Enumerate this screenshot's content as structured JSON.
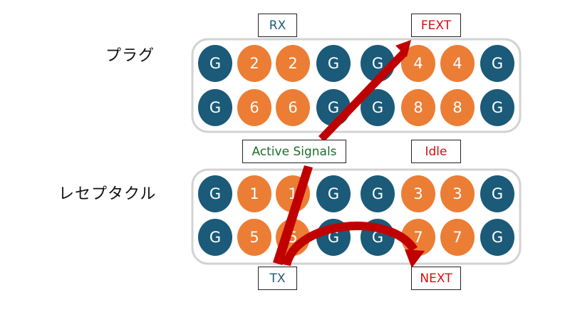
{
  "colors": {
    "ground_fill": "#1b5a78",
    "signal_fill": "#ec7d34",
    "pin_text": "#ffffff",
    "connector_stroke": "#d3d3d3",
    "arrow_red": "#c00000",
    "teal_text": "#1f5b7a",
    "red_text": "#d01010",
    "green_text": "#1d6d2a"
  },
  "labels": {
    "plug": "プラグ",
    "receptacle": "レセプタクル",
    "rx": "RX",
    "fext": "FEXT",
    "active_signals": "Active Signals",
    "idle": "Idle",
    "tx": "TX",
    "next": "NEXT"
  },
  "plug": {
    "rows": [
      [
        "G",
        "2",
        "2",
        "G",
        "G",
        "4",
        "4",
        "G"
      ],
      [
        "G",
        "6",
        "6",
        "G",
        "G",
        "8",
        "8",
        "G"
      ]
    ]
  },
  "receptacle": {
    "rows": [
      [
        "G",
        "1",
        "1",
        "G",
        "G",
        "3",
        "3",
        "G"
      ],
      [
        "G",
        "5",
        "5",
        "G",
        "G",
        "7",
        "7",
        "G"
      ]
    ]
  },
  "icons": {
    "fext_arrow": "straight-arrow-up-right",
    "tx_line": "diagonal-bar",
    "next_arrow": "curved-arrow-right"
  }
}
